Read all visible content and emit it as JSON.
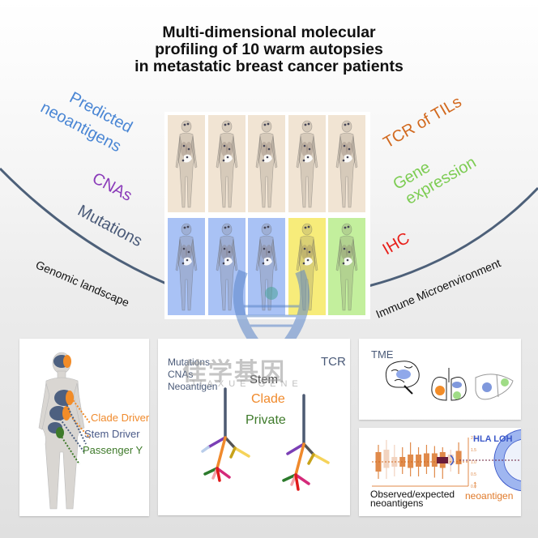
{
  "title": {
    "lines": [
      "Multi-dimensional molecular",
      "profiling of 10 warm autopsies",
      "in metastatic breast cancer patients"
    ]
  },
  "left_arc": {
    "caption": "Genomic landscape",
    "items": [
      {
        "label": "Predicted",
        "color": "#4a86d4"
      },
      {
        "label": "neoantigens",
        "color": "#4a86d4"
      },
      {
        "label": "CNAs",
        "color": "#8a3ab9"
      },
      {
        "label": "Mutations",
        "color": "#4a5a78"
      }
    ]
  },
  "right_arc": {
    "caption": "Immune Microenvironment",
    "items": [
      {
        "label": "TCR of TILs",
        "color": "#d2691e"
      },
      {
        "label": "Gene",
        "color": "#7ccc52"
      },
      {
        "label": "expression",
        "color": "#7ccc52"
      },
      {
        "label": "IHC",
        "color": "#e8201a"
      }
    ]
  },
  "patients_grid": {
    "rows": 2,
    "cols": 5,
    "cell_colors": [
      "#f1e4d3",
      "#f1e4d3",
      "#f1e4d3",
      "#f1e4d3",
      "#f1e4d3",
      "#a9c2f5",
      "#a9c2f5",
      "#a9c2f5",
      "#f7ec7a",
      "#c3ef9d"
    ]
  },
  "panel_clonal": {
    "labels": [
      {
        "text": "Clade Driver",
        "color": "#f08a2c"
      },
      {
        "text": "Stem Driver",
        "color": "#4a5a88"
      },
      {
        "text": "Passenger Y",
        "color": "#3e7a2a"
      }
    ]
  },
  "panel_tree": {
    "left_labels": [
      "Mutations",
      "CNAs",
      "Neoantigen"
    ],
    "right_label": "TCR",
    "legend": [
      {
        "text": "Stem",
        "color": "#4a4a4a"
      },
      {
        "text": "Clade",
        "color": "#f08a2c"
      },
      {
        "text": "Private",
        "color": "#3e7a2a"
      }
    ]
  },
  "panel_tme": {
    "title": "TME",
    "organs": [
      "brain-icon",
      "lungs-icon",
      "liver-icon"
    ]
  },
  "panel_hla": {
    "title": "HLA LOH",
    "xlabel_lines": [
      "Observed/expected",
      "neoantigens"
    ],
    "neoantigen_label": "neoantigen",
    "axis_ticks": [
      "0.0",
      "0.5",
      "1.0",
      "1.5",
      "2.0"
    ]
  },
  "watermark": {
    "cn": "佳学基因",
    "en": "JIAXUE GENE"
  }
}
